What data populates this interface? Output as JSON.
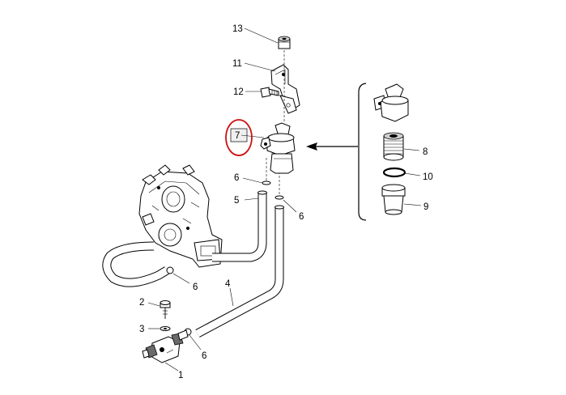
{
  "labels": {
    "p13": "13",
    "p11": "11",
    "p12": "12",
    "p7": "7",
    "p6a": "6",
    "p5": "5",
    "p6b": "6",
    "p8": "8",
    "p10": "10",
    "p9": "9",
    "p6c": "6",
    "p4": "4",
    "p2": "2",
    "p3": "3",
    "p6d": "6",
    "p1": "1"
  },
  "highlight_color": "#cc1111"
}
